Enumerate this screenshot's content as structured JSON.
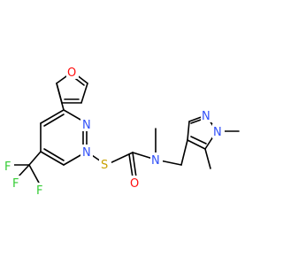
{
  "molecule": {
    "atoms": [
      {
        "name": "atom-O-furan",
        "text": "O",
        "color": "#ff0d0d"
      },
      {
        "name": "atom-N-pyr-top",
        "text": "N",
        "color": "#3050f8"
      },
      {
        "name": "atom-N-pyr-bot",
        "text": "N",
        "color": "#3050f8"
      },
      {
        "name": "atom-S",
        "text": "S",
        "color": "#c8a000"
      },
      {
        "name": "atom-O-carbonyl",
        "text": "O",
        "color": "#ff0d0d"
      },
      {
        "name": "atom-N-amide",
        "text": "N",
        "color": "#3050f8"
      },
      {
        "name": "atom-N-pz1",
        "text": "N",
        "color": "#3050f8"
      },
      {
        "name": "atom-N-pz2",
        "text": "N",
        "color": "#3050f8"
      },
      {
        "name": "atom-F1",
        "text": "F",
        "color": "#33cc33"
      },
      {
        "name": "atom-F2",
        "text": "F",
        "color": "#33cc33"
      },
      {
        "name": "atom-F3",
        "text": "F",
        "color": "#33cc33"
      }
    ]
  }
}
